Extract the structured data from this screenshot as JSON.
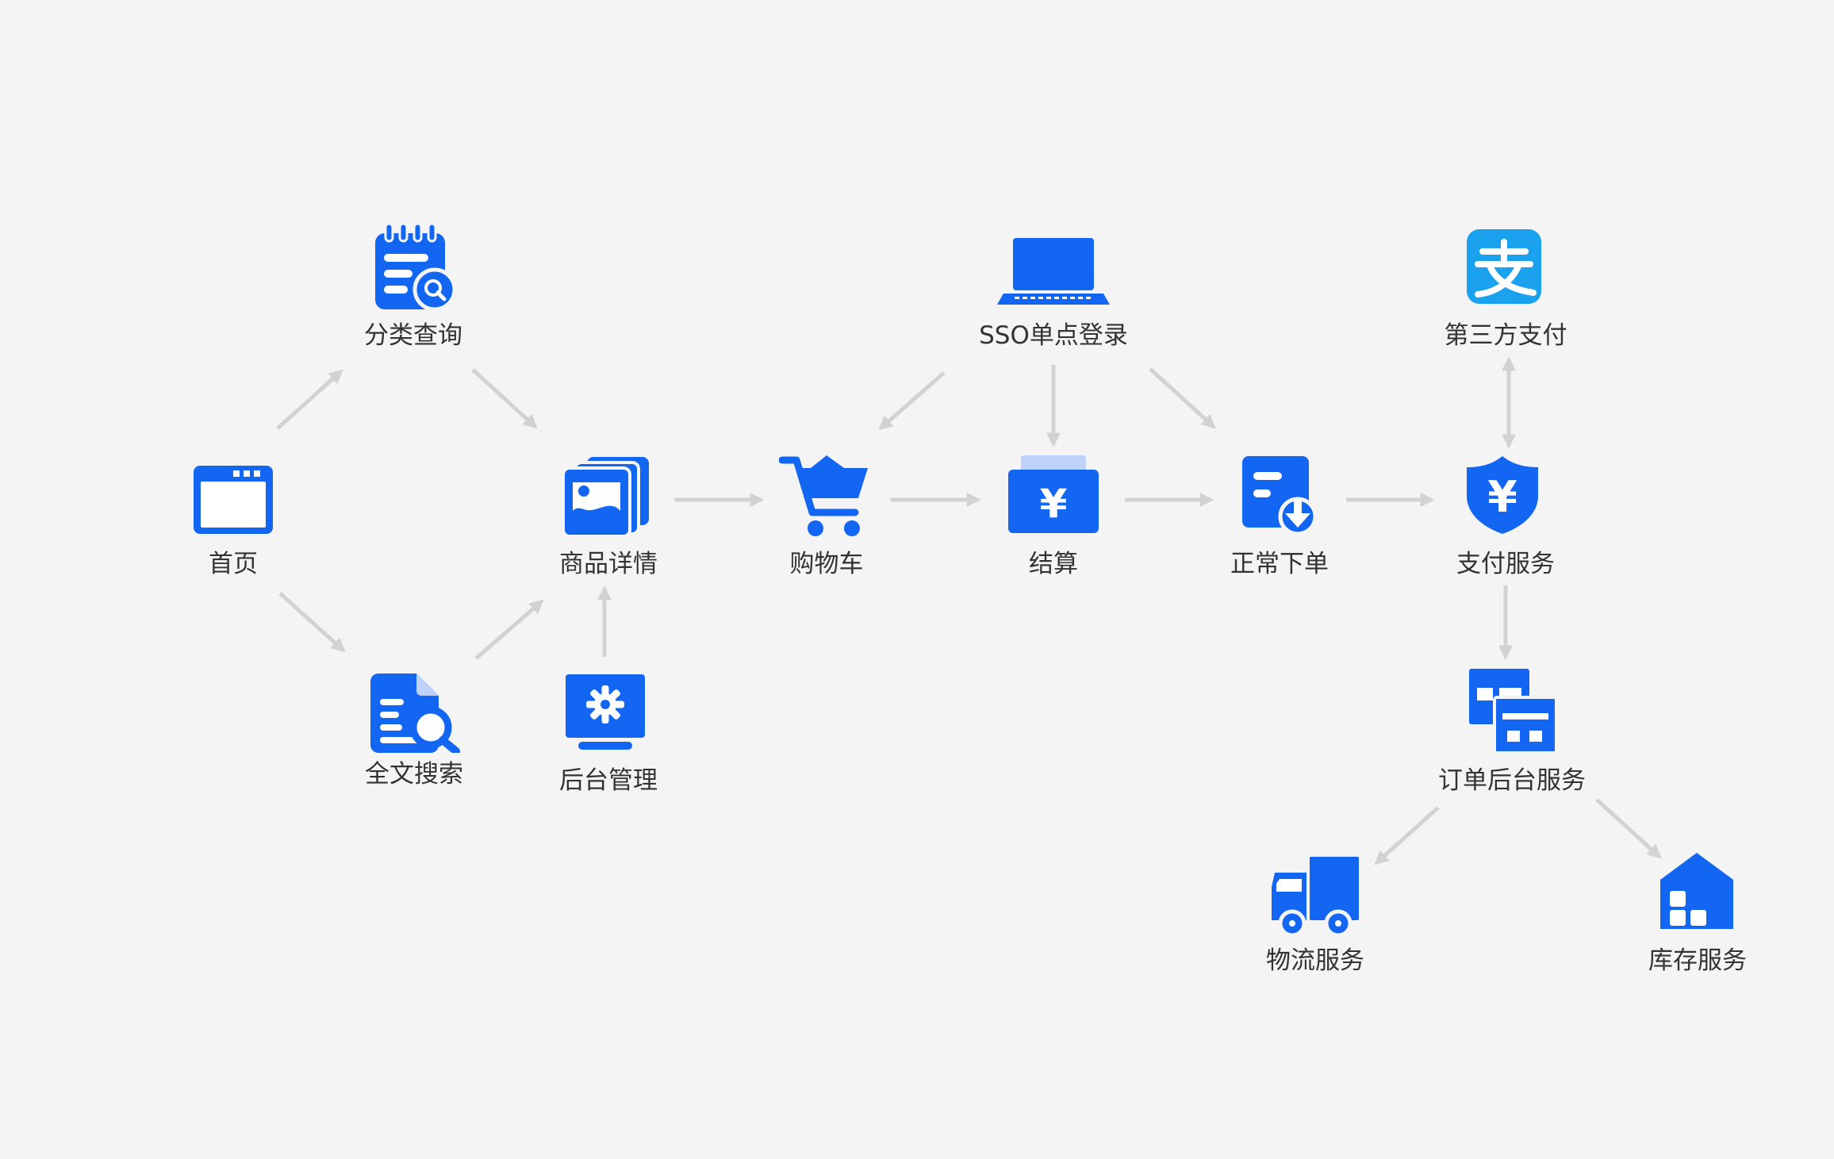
{
  "colors": {
    "icon": "#1366f2",
    "icon_light": "#bed2f7",
    "alipay": "#1aa2ee",
    "arrow": "#d2d2d2",
    "text": "#333333",
    "background": "#f4f4f4"
  },
  "nodes": {
    "home": {
      "label": "首页",
      "icon": "browser-window-icon"
    },
    "category_query": {
      "label": "分类查询",
      "icon": "notepad-search-icon"
    },
    "fulltext_search": {
      "label": "全文搜索",
      "icon": "document-search-icon"
    },
    "product_detail": {
      "label": "商品详情",
      "icon": "image-gallery-icon"
    },
    "admin_console": {
      "label": "后台管理",
      "icon": "monitor-gear-icon"
    },
    "cart": {
      "label": "购物车",
      "icon": "shopping-cart-icon"
    },
    "sso_login": {
      "label": "SSO单点登录",
      "icon": "laptop-icon"
    },
    "checkout": {
      "label": "结算",
      "icon": "yen-wallet-icon"
    },
    "place_order": {
      "label": "正常下单",
      "icon": "order-download-icon"
    },
    "third_party_pay": {
      "label": "第三方支付",
      "icon": "alipay-icon"
    },
    "payment_service": {
      "label": "支付服务",
      "icon": "yen-shield-icon"
    },
    "order_backend": {
      "label": "订单后台服务",
      "icon": "stacked-windows-icon"
    },
    "logistics": {
      "label": "物流服务",
      "icon": "delivery-truck-icon"
    },
    "inventory": {
      "label": "库存服务",
      "icon": "warehouse-icon"
    }
  },
  "edges": [
    {
      "from": "home",
      "to": "category_query"
    },
    {
      "from": "home",
      "to": "fulltext_search"
    },
    {
      "from": "category_query",
      "to": "product_detail"
    },
    {
      "from": "fulltext_search",
      "to": "product_detail"
    },
    {
      "from": "admin_console",
      "to": "product_detail"
    },
    {
      "from": "product_detail",
      "to": "cart"
    },
    {
      "from": "sso_login",
      "to": "cart"
    },
    {
      "from": "cart",
      "to": "checkout"
    },
    {
      "from": "sso_login",
      "to": "checkout"
    },
    {
      "from": "checkout",
      "to": "place_order"
    },
    {
      "from": "sso_login",
      "to": "place_order"
    },
    {
      "from": "place_order",
      "to": "payment_service"
    },
    {
      "from": "third_party_pay",
      "to": "payment_service",
      "bidirectional": true
    },
    {
      "from": "payment_service",
      "to": "order_backend"
    },
    {
      "from": "order_backend",
      "to": "logistics"
    },
    {
      "from": "order_backend",
      "to": "inventory"
    }
  ]
}
